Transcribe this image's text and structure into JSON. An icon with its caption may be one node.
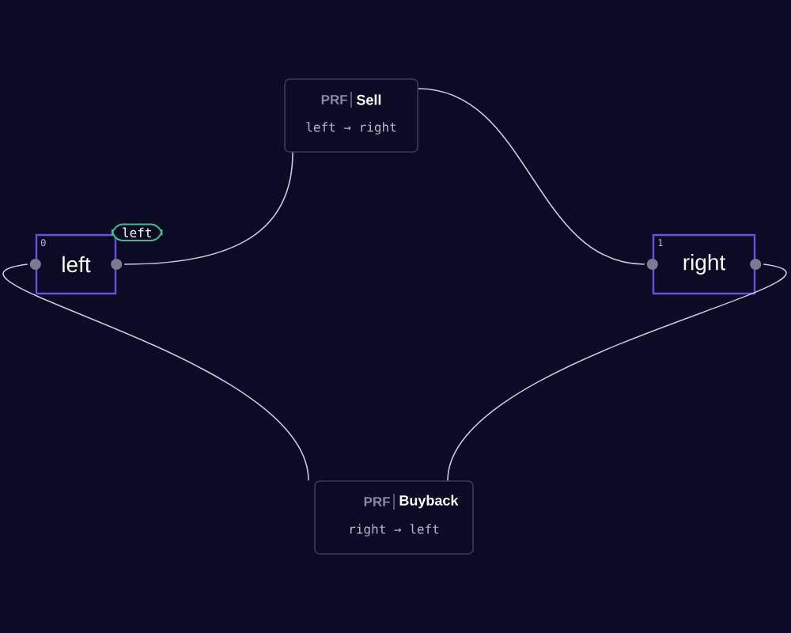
{
  "diagram": {
    "nodes": [
      {
        "text": [
          "0",
          "left"
        ],
        "beside": [
          "left"
        ]
      },
      {
        "text": [
          "1",
          "right"
        ]
      },
      {
        "text": [
          "PRF",
          "Sell",
          "left → right"
        ]
      },
      {
        "text": [
          "PRF",
          "Buyback",
          "right → left"
        ]
      }
    ],
    "edges": [
      {
        "from": 0,
        "to": 2,
        "arrow": "none"
      },
      {
        "from": 2,
        "to": 1,
        "arrow": "none"
      },
      {
        "from": 0,
        "to": 3,
        "arrow": "none"
      },
      {
        "from": 1,
        "to": 3,
        "arrow": "none"
      }
    ]
  }
}
